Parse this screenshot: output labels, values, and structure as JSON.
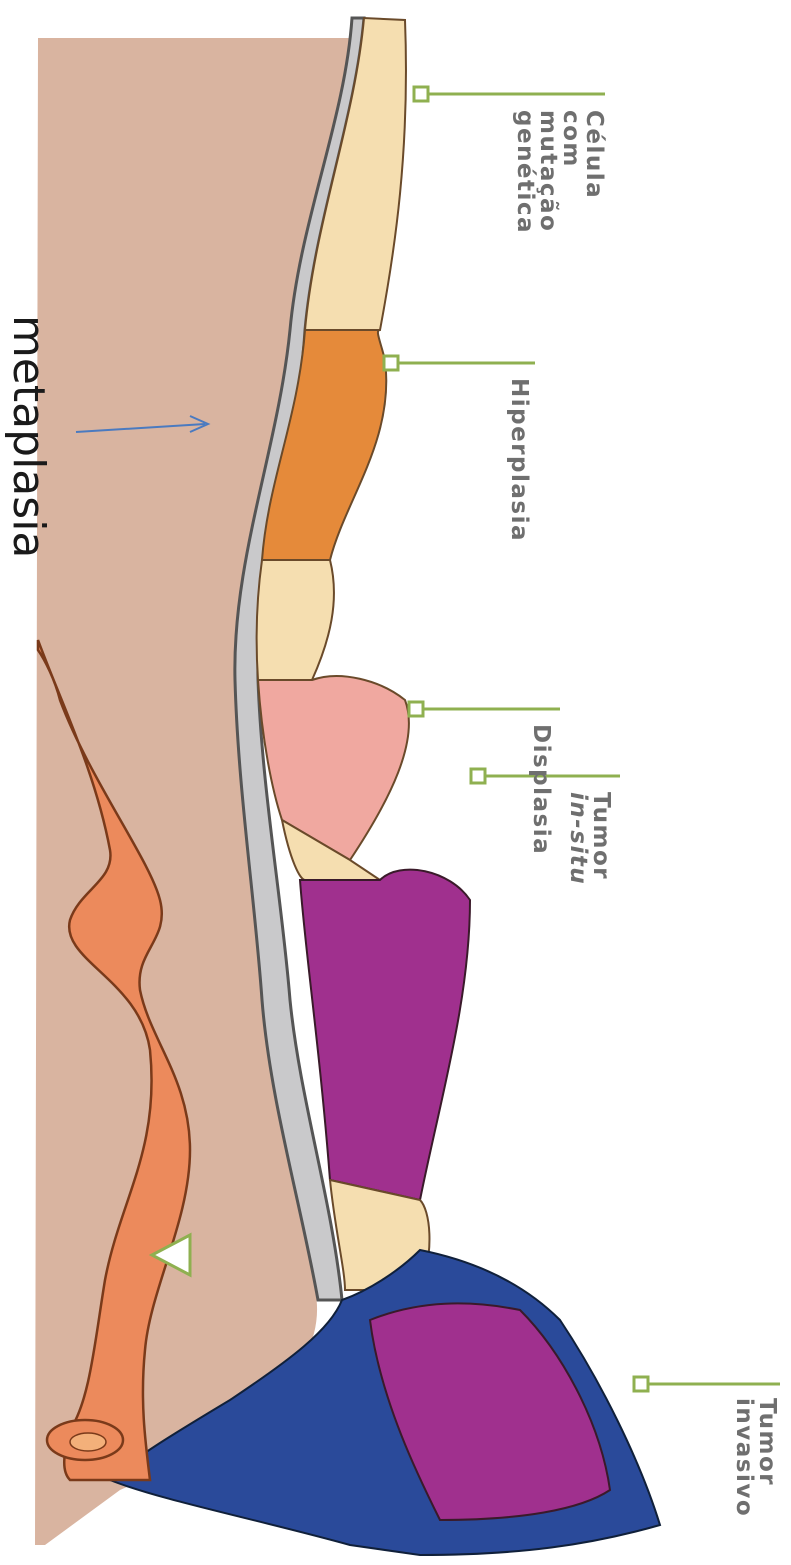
{
  "labels": {
    "mutated_cell": [
      "Célula",
      "com",
      "mutação",
      "genética"
    ],
    "hyperplasia": "Hiperplasia",
    "dysplasia": "Displasia",
    "tumor_in_situ_line1": "Tumor",
    "tumor_in_situ_line2": "in-situ",
    "tumor_invasive_line1": "Tumor",
    "tumor_invasive_line2": "invasivo",
    "metaplasia": "metaplasia"
  },
  "colors": {
    "stroma": "#d9b4a0",
    "basement_membrane": "#c9c9cb",
    "normal_cell": "#f5deb0",
    "hyperplastic_cell": "#e58a3a",
    "dysplastic_cell": "#f0a8a0",
    "tumor_cell": "#a0308e",
    "invasive_cell": "#2a4a9a",
    "blood_vessel": "#ec8a5c",
    "callout_line": "#8fb050",
    "arrow": "#4a7ac0"
  }
}
